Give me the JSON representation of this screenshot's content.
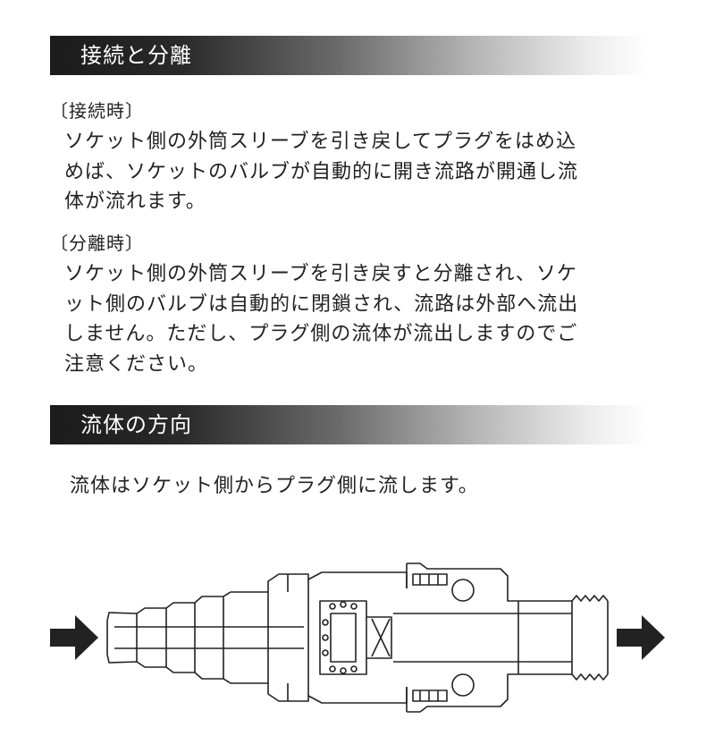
{
  "sections": [
    {
      "title": "接続と分離",
      "blocks": [
        {
          "heading": "〔接続時〕",
          "lines": [
            "ソケット側の外筒スリーブを引き戻してプラグをはめ込",
            "めば、ソケットのバルブが自動的に開き流路が開通し流",
            "体が流れます。"
          ]
        },
        {
          "heading": "〔分離時〕",
          "lines": [
            "ソケット側の外筒スリーブを引き戻すと分離され、ソケ",
            "ット側のバルブは自動的に閉鎖され、流路は外部へ流出",
            "しません。ただし、プラグ側の流体が流出しますのでご",
            "注意ください。"
          ]
        }
      ]
    },
    {
      "title": "流体の方向",
      "text": "流体はソケット側からプラグ側に流します。"
    }
  ],
  "colors": {
    "bar_dark": "#1b1b1b",
    "text": "#222222",
    "arrow": "#222222"
  },
  "diagram": {
    "icons": [
      "flow-in-arrow-icon",
      "flow-out-arrow-icon"
    ]
  }
}
